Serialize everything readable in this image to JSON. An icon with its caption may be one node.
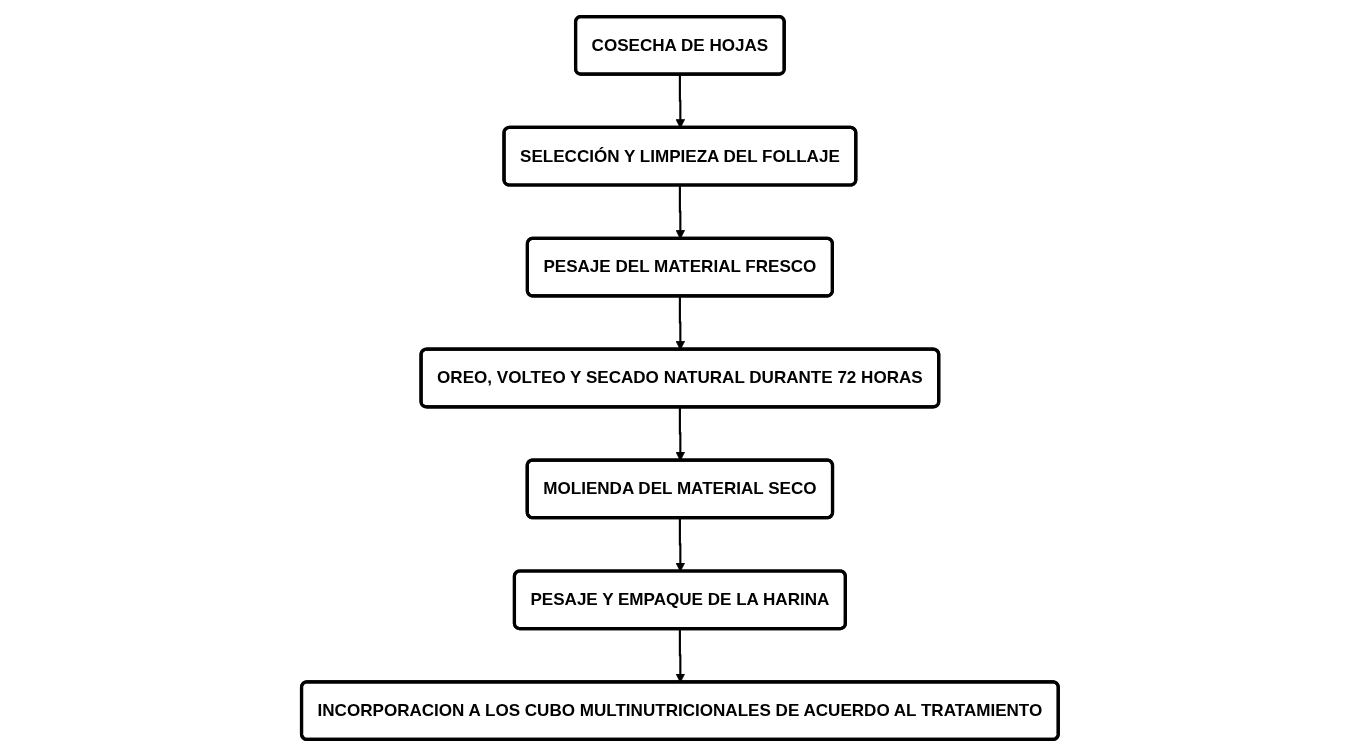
{
  "diagram": {
    "nodes": [
      {
        "text": [
          "COSECHA DE HOJAS"
        ]
      },
      {
        "text": [
          "SELECCIÓN Y LIMPIEZA DEL FOLLAJE"
        ]
      },
      {
        "text": [
          "PESAJE DEL MATERIAL FRESCO"
        ]
      },
      {
        "text": [
          "OREO, VOLTEO Y SECADO NATURAL DURANTE 72 HORAS"
        ]
      },
      {
        "text": [
          "MOLIENDA DEL MATERIAL SECO"
        ]
      },
      {
        "text": [
          "PESAJE Y EMPAQUE DE LA HARINA"
        ]
      },
      {
        "text": [
          "INCORPORACION A LOS CUBO MULTINUTRICIONALES DE ACUERDO AL TRATAMIENTO"
        ]
      }
    ],
    "edges": [
      {
        "from": 0,
        "to": 1,
        "arrow": "to"
      },
      {
        "from": 1,
        "to": 2,
        "arrow": "to"
      },
      {
        "from": 2,
        "to": 3,
        "arrow": "to"
      },
      {
        "from": 3,
        "to": 4,
        "arrow": "to"
      },
      {
        "from": 4,
        "to": 5,
        "arrow": "to"
      },
      {
        "from": 5,
        "to": 6,
        "arrow": "to"
      }
    ]
  }
}
